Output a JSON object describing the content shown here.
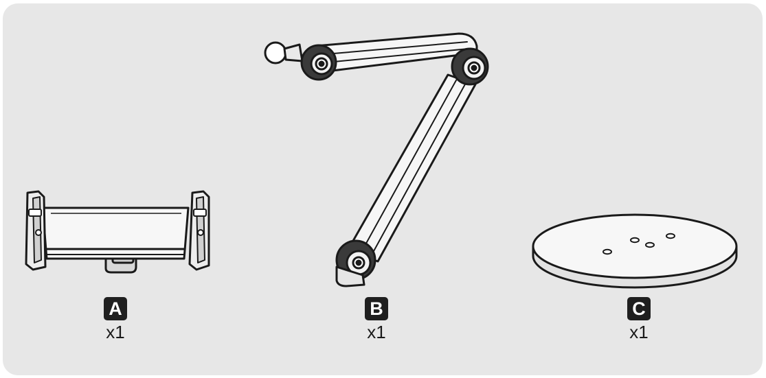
{
  "parts": [
    {
      "letter": "A",
      "quantity": "x1",
      "icon": "tablet-holder-clamp-icon"
    },
    {
      "letter": "B",
      "quantity": "x1",
      "icon": "articulated-arm-icon"
    },
    {
      "letter": "C",
      "quantity": "x1",
      "icon": "round-base-plate-icon"
    }
  ],
  "colors": {
    "panel": "#e7e7e7",
    "badge": "#1f1f1f",
    "line": "#1a1a1a"
  }
}
